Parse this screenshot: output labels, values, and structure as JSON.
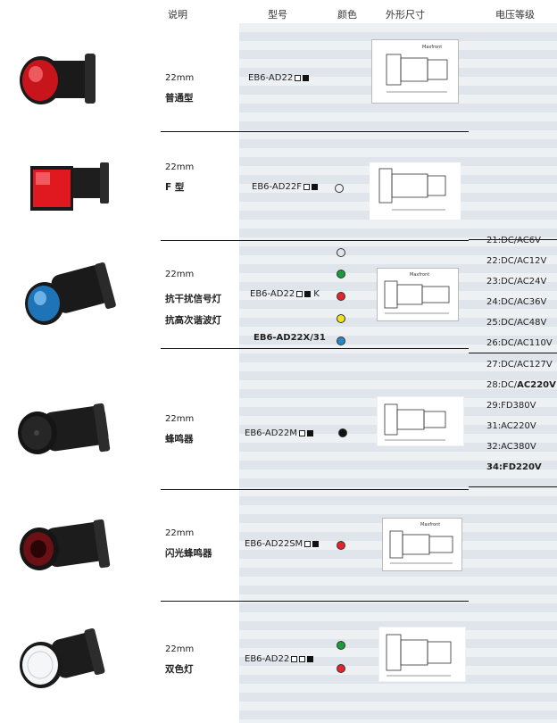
{
  "headers": {
    "desc": "说明",
    "model": "型号",
    "color": "颜色",
    "dimension": "外形尺寸",
    "voltage": "电压等级"
  },
  "rows": [
    {
      "size": "22mm",
      "name": "普通型",
      "model": "EB6-AD22",
      "boxes": [
        "open",
        "filled"
      ]
    },
    {
      "size": "22mm",
      "name": "F 型",
      "model": "EB6-AD22F",
      "boxes": [
        "open",
        "filled"
      ]
    },
    {
      "size": "22mm",
      "name": "抗干扰信号灯",
      "model": "EB6-AD22",
      "boxes": [
        "open",
        "filled"
      ],
      "suffix": "K",
      "extra_name": "抗高次谐波灯",
      "extra_model": "EB6-AD22X/31"
    },
    {
      "size": "22mm",
      "name": "蜂鸣器",
      "model": "EB6-AD22M",
      "boxes": [
        "open",
        "filled"
      ]
    },
    {
      "size": "22mm",
      "name": "闪光蜂鸣器",
      "model": "EB6-AD22SM",
      "boxes": [
        "open",
        "filled"
      ]
    },
    {
      "size": "22mm",
      "name": "双色灯",
      "model": "EB6-AD22",
      "boxes": [
        "open",
        "open",
        "filled"
      ]
    }
  ],
  "dim_label": "Maxfront",
  "dot_colors": {
    "white": "#ffffff",
    "green": "#1e9a3a",
    "red": "#e3262b",
    "yellow": "#f2e224",
    "blue": "#2a86c6",
    "black": "#111111"
  },
  "voltages": [
    {
      "text": "21:DC/AC6V",
      "style": "normal"
    },
    {
      "text": "22:DC/AC12V",
      "style": "normal"
    },
    {
      "text": "23:DC/AC24V",
      "style": "normal"
    },
    {
      "text": "24:DC/AC36V",
      "style": "normal"
    },
    {
      "text": "25:DC/AC48V",
      "style": "normal"
    },
    {
      "text": "26:DC/AC110V",
      "style": "normal"
    },
    {
      "text": "27:DC/AC127V",
      "style": "normal"
    },
    {
      "prefix": "28:DC/",
      "bold": "AC220V",
      "style": "mixed"
    },
    {
      "text": "29:FD380V",
      "style": "normal"
    },
    {
      "text": "31:AC220V",
      "style": "normal"
    },
    {
      "text": "32:AC380V",
      "style": "normal"
    },
    {
      "text": "34:FD220V",
      "style": "bold"
    }
  ]
}
